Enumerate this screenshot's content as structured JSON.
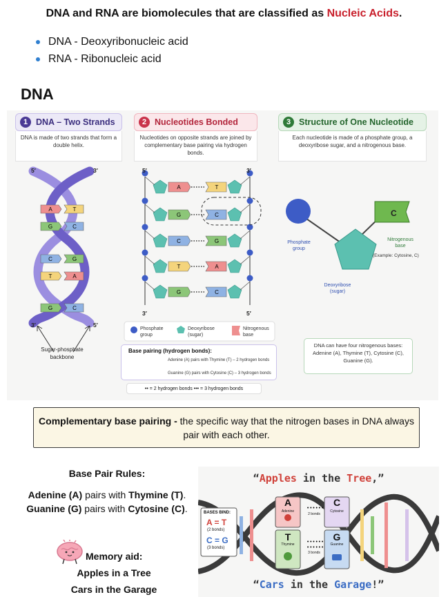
{
  "headline": {
    "prefix": "DNA and RNA are biomolecules that are classified as ",
    "accent": "Nucleic Acids",
    "suffix": "."
  },
  "definitions": [
    {
      "text": "DNA - Deoxyribonucleic acid"
    },
    {
      "text": "RNA - Ribonucleic acid"
    }
  ],
  "section_title": "DNA",
  "figure": {
    "panel1": {
      "num": "1",
      "title": "DNA – Two Strands",
      "text": "DNA is made of two strands that form a double helix."
    },
    "panel2": {
      "num": "2",
      "title": "Nucleotides Bonded",
      "text": "Nucleotides on opposite strands are joined by complementary base pairing via hydrogen bonds."
    },
    "panel3": {
      "num": "3",
      "title": "Structure of One Nucleotide",
      "text": "Each nucleotide is made of a phosphate group, a deoxyribose sugar, and a nitrogenous base."
    },
    "helix_labels": {
      "top_left": "5′",
      "top_right": "3′",
      "bottom_left": "3′",
      "bottom_right": "5′",
      "backbone": "Sugar-phosphate backbone"
    },
    "helix_pairs": [
      [
        "A",
        "T"
      ],
      [
        "G",
        "C"
      ],
      [
        "C",
        "G"
      ],
      [
        "T",
        "A"
      ],
      [
        "G",
        "C"
      ]
    ],
    "ladder_labels": {
      "top_left": "5′",
      "top_right": "3′",
      "bottom_left": "3′",
      "bottom_right": "5′"
    },
    "ladder_pairs": [
      [
        "A",
        "T"
      ],
      [
        "G",
        "C"
      ],
      [
        "C",
        "G"
      ],
      [
        "T",
        "A"
      ],
      [
        "G",
        "C"
      ]
    ],
    "legend": {
      "phosphate": "Phosphate group",
      "sugar": "Deoxyribose (sugar)",
      "base": "Nitrogenous base"
    },
    "base_pairing": {
      "title": "Base pairing (hydrogen bonds):",
      "rule_at": "Adenine (A) pairs with Thymine (T) – 2 hydrogen bonds",
      "rule_gc": "Guanine (G) pairs with Cytosine (C) – 3 hydrogen bonds",
      "legend": "•• = 2 hydrogen bonds      ••• = 3 hydrogen bonds"
    },
    "nucleotide": {
      "base_letter": "C",
      "phosphate": "Phosphate group",
      "base": "Nitrogenous base",
      "example": "(Example: Cytosine, C)",
      "sugar": "Deoxyribose (sugar)"
    },
    "four_bases": "DNA can have four nitrogenous bases: Adenine (A), Thymine (T), Cytosine (C), Guanine (G)."
  },
  "callout": {
    "bold": "Complementary base pairing -",
    "text": " the specific way that the nitrogen bases in DNA always pair with each other."
  },
  "rules": {
    "title": "Base Pair Rules:",
    "rule1": {
      "b1": "Adenine (A)",
      "mid": " pairs with ",
      "b2": "Thymine (T)",
      "end": "."
    },
    "rule2": {
      "b1": "Guanine (G)",
      "mid": " pairs with ",
      "b2": "Cytosine (C)",
      "end": "."
    }
  },
  "memory": {
    "label": "Memory aid:",
    "line1": "Apples in a Tree",
    "line2": "Cars in the Garage"
  },
  "apples_image": {
    "top": {
      "open": "“",
      "w1": "Apples",
      "mid": " in the ",
      "w2": "Tree",
      "close": ",”"
    },
    "bottom": {
      "open": "“",
      "w1": "Cars",
      "mid": " in the ",
      "w2": "Garage",
      "close": "!”"
    },
    "bases_bind": "BASES BIND:",
    "at": "A = T",
    "at_note": "(2 bonds)",
    "cg": "C = G",
    "cg_note": "(3 bonds)",
    "cards": {
      "a": "A",
      "a_name": "Adenine",
      "c": "C",
      "c_name": "Cytosine",
      "t": "T",
      "t_name": "Thymine",
      "g": "G",
      "g_name": "Guanine",
      "two": "2 bonds",
      "three": "3 bonds"
    }
  },
  "colors": {
    "A": "#ee8f8f",
    "T": "#f4d47c",
    "G": "#8cc678",
    "C": "#8fb2e3",
    "accent": "#c81e2a"
  }
}
